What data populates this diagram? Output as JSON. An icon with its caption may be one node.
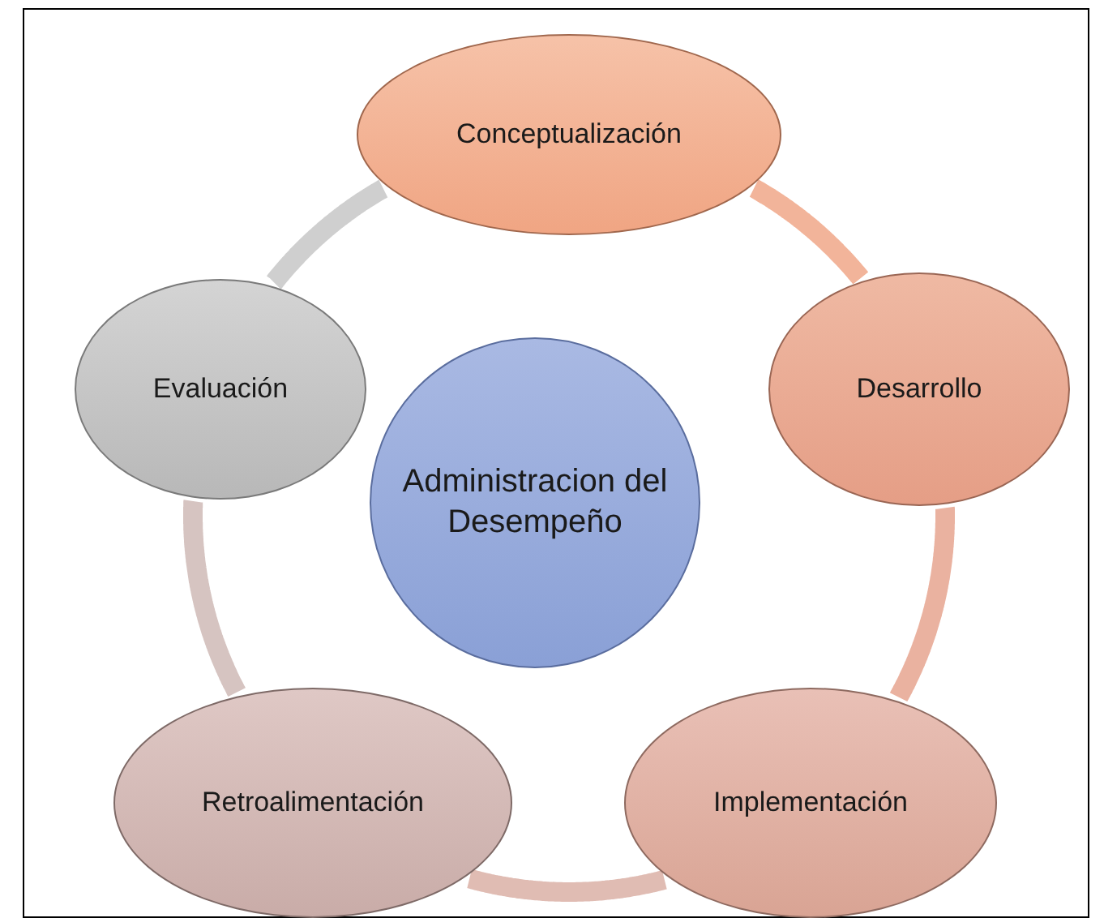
{
  "diagram": {
    "nodes": [
      {
        "text": [
          "Conceptualización"
        ]
      },
      {
        "text": [
          "Evaluación"
        ]
      },
      {
        "text": [
          "Desarrollo"
        ]
      },
      {
        "text": [
          "Administracion del Desempeño"
        ]
      },
      {
        "text": [
          "Retroalimentación"
        ]
      },
      {
        "text": [
          "Implementación"
        ]
      }
    ],
    "edges": [
      {
        "from": 0,
        "to": 2,
        "arrow": "none",
        "color": "#f2b49a"
      },
      {
        "from": 2,
        "to": 5,
        "arrow": "none",
        "color": "#eab2a0"
      },
      {
        "from": 5,
        "to": 4,
        "arrow": "none",
        "color": "#e0bcb3"
      },
      {
        "from": 4,
        "to": 1,
        "arrow": "none",
        "color": "#d6c4c1"
      },
      {
        "from": 1,
        "to": 0,
        "arrow": "none",
        "color": "#cfcfcf"
      }
    ]
  }
}
